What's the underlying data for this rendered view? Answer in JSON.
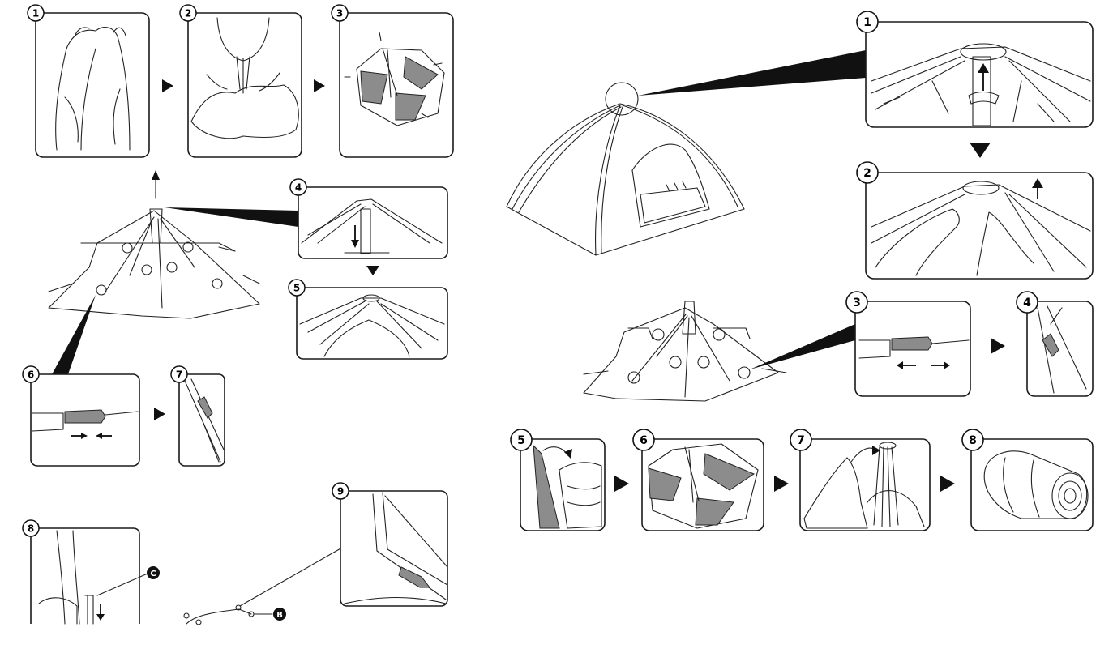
{
  "left_steps": {
    "step_1": "1",
    "step_2": "2",
    "step_3": "3",
    "step_4": "4",
    "step_5": "5",
    "step_6": "6",
    "step_7": "7",
    "step_8": "8",
    "step_9": "9"
  },
  "left_markers": {
    "c": "C",
    "b": "B"
  },
  "right_steps": {
    "step_1": "1",
    "step_2": "2",
    "step_3": "3",
    "step_4": "4",
    "step_5": "5",
    "step_6": "6",
    "step_7": "7",
    "step_8": "8"
  },
  "colors": {
    "line": "#1a1a1a",
    "fill_gray": "#8c8c8c",
    "background": "#ffffff"
  }
}
